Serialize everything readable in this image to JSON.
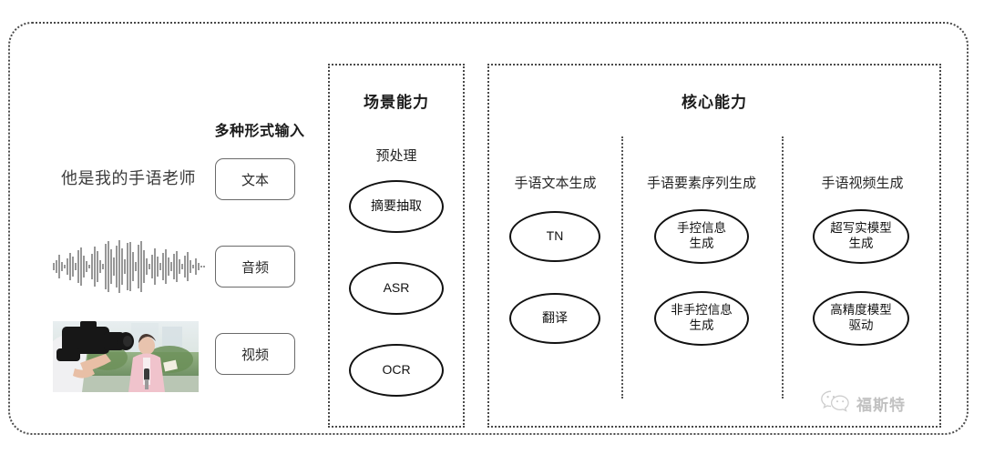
{
  "diagram": {
    "input_section": {
      "title": "多种形式输入",
      "sample_text": "他是我的手语老师",
      "chips": [
        {
          "label": "文本",
          "icon": "text-chip"
        },
        {
          "label": "音频",
          "icon": "audio-chip"
        },
        {
          "label": "视频",
          "icon": "video-chip"
        }
      ],
      "media": {
        "waveform_alt": "audio-waveform",
        "video_alt": "camera-operator-filming-reporter"
      }
    },
    "scene_panel": {
      "title": "场景能力",
      "columns": [
        {
          "heading": "预处理",
          "nodes": [
            "摘要抽取",
            "ASR",
            "OCR"
          ]
        }
      ]
    },
    "core_panel": {
      "title": "核心能力",
      "columns": [
        {
          "heading": "手语文本生成",
          "nodes": [
            "TN",
            "翻译"
          ]
        },
        {
          "heading": "手语要素序列生成",
          "nodes": [
            "手控信息\n生成",
            "非手控信息\n生成"
          ]
        },
        {
          "heading": "手语视频生成",
          "nodes": [
            "超写实模型\n生成",
            "高精度模型\n驱动"
          ]
        }
      ]
    },
    "watermark": {
      "text": "福斯特",
      "icon": "wechat-icon"
    },
    "colors": {
      "border": "#4a4a4a",
      "node_stroke": "#111111",
      "text": "#222222",
      "chip_border": "#6a6a6a"
    }
  }
}
